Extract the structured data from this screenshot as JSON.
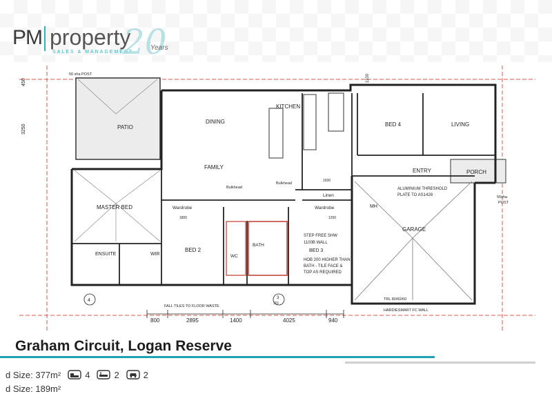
{
  "logo": {
    "pm": "PM",
    "property": "property",
    "tagline": "SALES & MANAGEMENT",
    "anniversary_number": "20",
    "anniversary_word": "Years"
  },
  "plan_labels": {
    "patio": "PATIO",
    "dining": "DINING",
    "kitchen": "KITCHEN",
    "family": "FAMILY",
    "bed4": "BED 4",
    "living": "LIVING",
    "entry": "ENTRY",
    "porch": "PORCH",
    "master_bed": "MASTER BED",
    "wardrobe1": "Wardrobe",
    "wardrobe2": "Wardrobe",
    "linen": "Linen",
    "bed2": "BED 2",
    "bed3": "BED 3",
    "bath": "BATH",
    "wc": "WC",
    "ensuite": "ENSUITE",
    "wir": "WIR",
    "garage": "GARAGE",
    "mh": "MH",
    "alu_note1": "ALUMINIUM THRESHOLD",
    "alu_note2": "PLATE TO AS1428",
    "step_note1": "STEP FREE SHW",
    "step_note2": "1100B WALL",
    "hob_note1": "HOB 200 HIGHER THAN",
    "hob_note2": "BATH - TILE FACE &",
    "hob_note3": "TOP AS REQUIRED",
    "fall_note": "FALL TILES TO FLOOR WASTE",
    "hardie_note": "HARDIESMART FC WALL",
    "trl_note": "TRL 80/60/60",
    "post_left": "50 sha POST",
    "post_right1": "50sha",
    "post_right2": "POST",
    "dim_800": "800",
    "dim_2895": "2895",
    "dim_1400": "1400",
    "dim_4025": "4025",
    "dim_940": "940",
    "dim_3250": "3250",
    "dim_450": "450",
    "dim_1100": "1100",
    "marker_4": "4",
    "marker_3": "3",
    "marker_301": "301",
    "bulkhead1": "Bulkhead",
    "bulkhead2": "Bulkhead",
    "val_1930": "1930",
    "val_1800": "1800",
    "val_1200": "1200"
  },
  "listing": {
    "title": "Graham Circuit, Logan Reserve",
    "land_size": "d Size: 377m²",
    "house_size": "d Size: 189m²",
    "beds": "4",
    "baths": "2",
    "garage": "2"
  },
  "colors": {
    "accent": "#1ba3b3",
    "logo_teal": "#2bb3c0",
    "wall": "#222222",
    "boundary_red": "#d9534f"
  }
}
